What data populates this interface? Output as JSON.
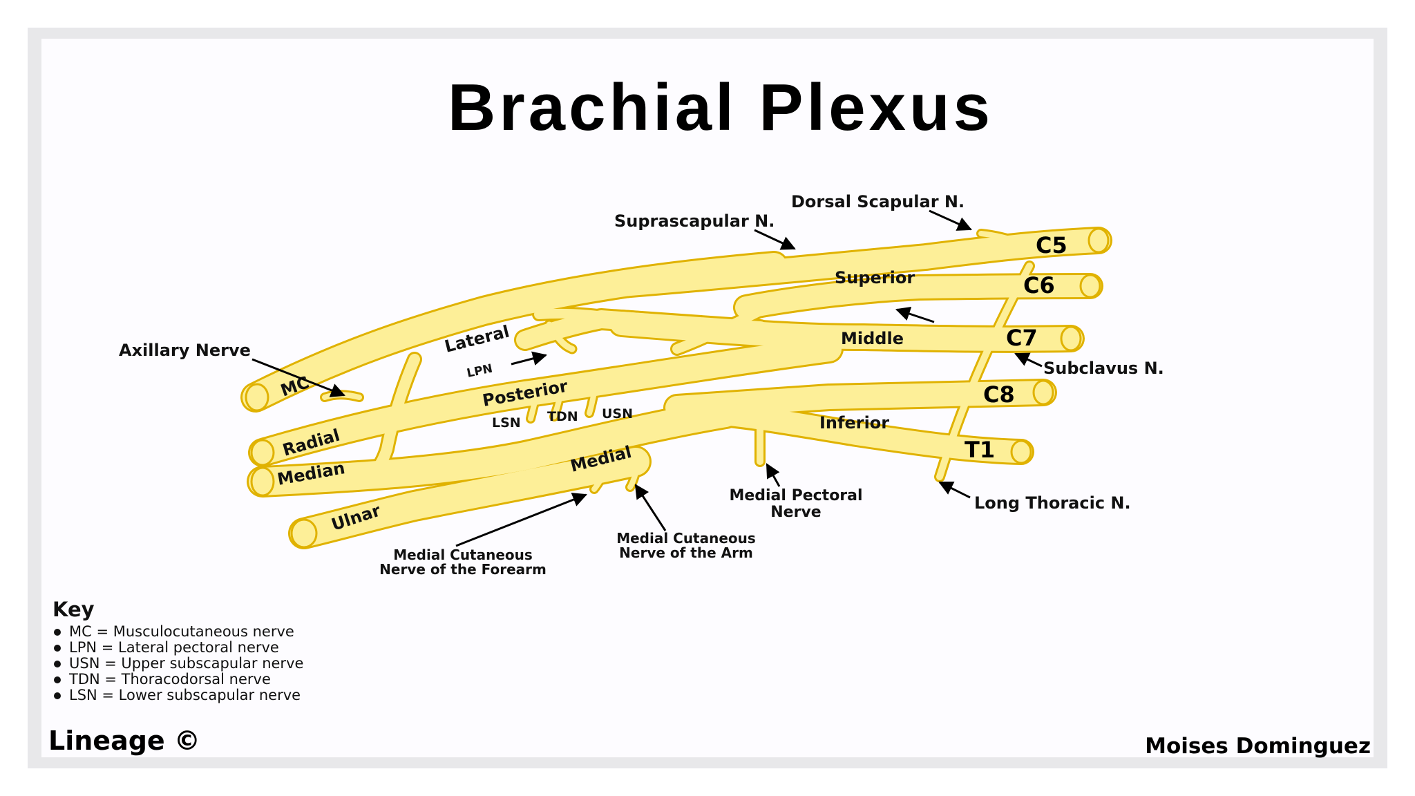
{
  "title": "Brachial Plexus",
  "colors": {
    "nerve_fill": "#fdef98",
    "nerve_edge": "#e0b200",
    "arrow": "#000000"
  },
  "roots": {
    "c5": "C5",
    "c6": "C6",
    "c7": "C7",
    "c8": "C8",
    "t1": "T1"
  },
  "trunks": {
    "superior": "Superior",
    "middle": "Middle",
    "inferior": "Inferior"
  },
  "cords": {
    "lateral": "Lateral",
    "posterior": "Posterior",
    "medial": "Medial"
  },
  "terminal": {
    "mc": "MC",
    "radial": "Radial",
    "median": "Median",
    "ulnar": "Ulnar"
  },
  "small_branches": {
    "lpn": "LPN",
    "lsn": "LSN",
    "tdn": "TDN",
    "usn": "USN"
  },
  "labels": {
    "dorsal_scapular": "Dorsal Scapular N.",
    "suprascapular": "Suprascapular N.",
    "axillary": "Axillary Nerve",
    "subclavius": "Subclavus N.",
    "long_thoracic": "Long Thoracic N.",
    "medial_pectoral_1": "Medial Pectoral",
    "medial_pectoral_2": "Nerve",
    "mc_arm_1": "Medial Cutaneous",
    "mc_arm_2": "Nerve of the Arm",
    "mc_forearm_1": "Medial Cutaneous",
    "mc_forearm_2": "Nerve of the Forearm"
  },
  "key": {
    "title": "Key",
    "items": [
      "MC = Musculocutaneous nerve",
      "LPN = Lateral pectoral nerve",
      "USN = Upper subscapular nerve",
      "TDN = Thoracodorsal nerve",
      "LSN = Lower subscapular nerve"
    ]
  },
  "footer": {
    "left": "Lineage ©",
    "right": "Moises Dominguez"
  }
}
